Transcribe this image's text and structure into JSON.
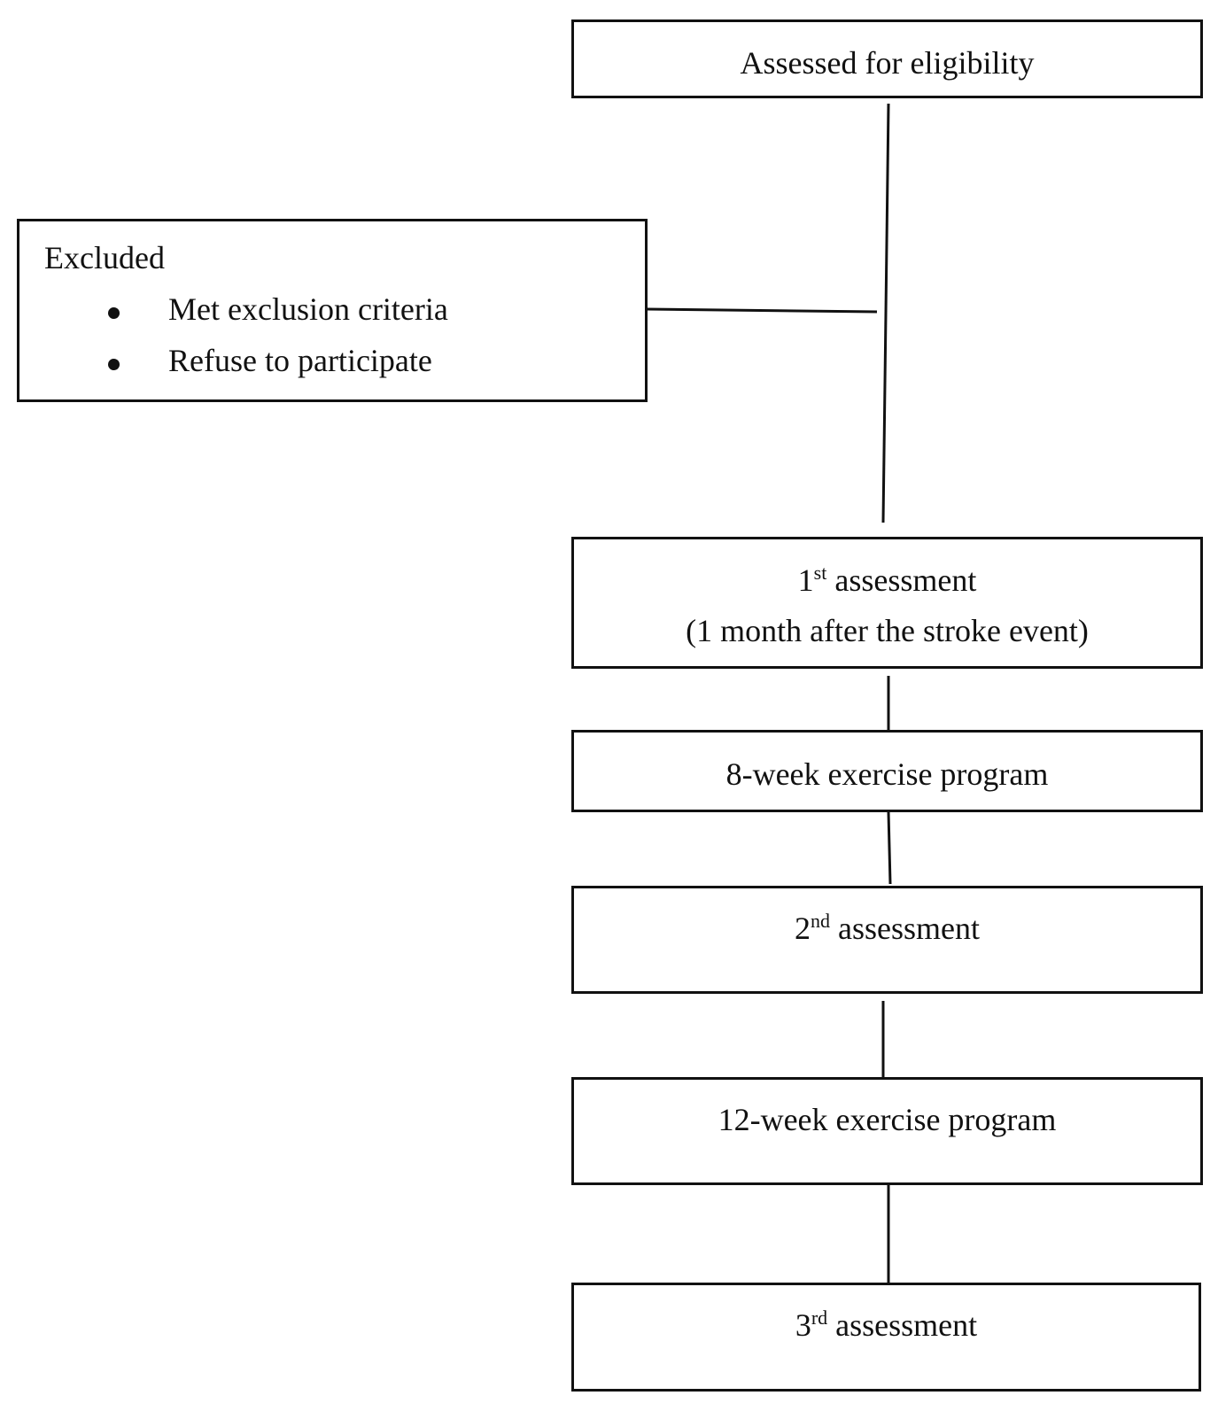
{
  "boxes": {
    "eligibility": {
      "text": "Assessed for eligibility"
    },
    "excluded": {
      "title": "Excluded",
      "items": [
        "Met exclusion criteria",
        "Refuse to participate"
      ]
    },
    "assessment_1": {
      "number": "1",
      "ordinal_suffix": "st",
      "label": " assessment",
      "subtitle": "(1 month after the stroke event)"
    },
    "program_8": {
      "text": "8-week exercise program"
    },
    "assessment_2": {
      "number": "2",
      "ordinal_suffix": "nd",
      "label": " assessment"
    },
    "program_12": {
      "text": "12-week exercise program"
    },
    "assessment_3": {
      "number": "3",
      "ordinal_suffix": "rd",
      "label": " assessment"
    }
  }
}
